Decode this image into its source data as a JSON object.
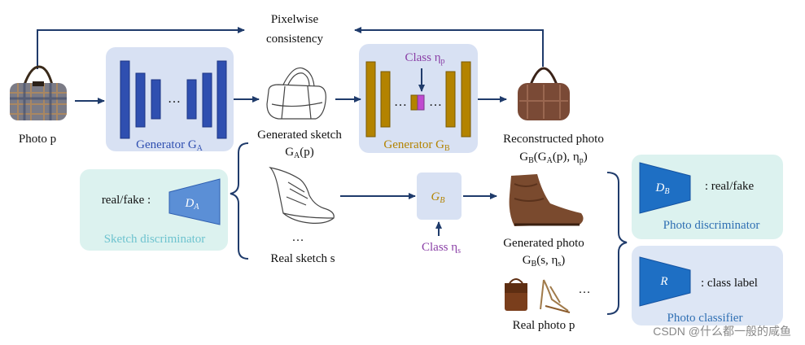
{
  "labels": {
    "pixelwise_line1": "Pixelwise",
    "pixelwise_line2": "consistency",
    "photo_p": "Photo p",
    "generator_a": "Generator G",
    "generator_a_sub": "A",
    "generated_sketch": "Generated sketch",
    "generated_sketch_formula": "G_A(p)",
    "class_eta_p": "Class η",
    "class_eta_p_sub": "p",
    "generator_b": "Generator G",
    "generator_b_sub": "B",
    "reconstructed_photo": "Reconstructed photo",
    "reconstructed_formula": "G_B(G_A(p), η_p)",
    "real_fake_a": "real/fake :",
    "d_a": "D",
    "d_a_sub": "A",
    "sketch_discriminator": "Sketch discriminator",
    "ellipsis": "…",
    "real_sketch": "Real sketch s",
    "g_b_small": "G",
    "g_b_small_sub": "B",
    "class_eta_s": "Class η",
    "class_eta_s_sub": "s",
    "generated_photo": "Generated photo",
    "generated_photo_formula": "G_B(s, η_s)",
    "real_photo": "Real photo p",
    "d_b": "D",
    "d_b_sub": "B",
    "real_fake_b": ": real/fake",
    "photo_discriminator": "Photo discriminator",
    "r": "R",
    "class_label": ": class label",
    "photo_classifier": "Photo classifier",
    "watermark": "CSDN @什么都一般的咸鱼"
  },
  "colors": {
    "dark_blue": "#1f3b6b",
    "block_blue": "#2f4fb0",
    "block_gold": "#b38300",
    "panel_blue": "#dbe3f3",
    "panel_teal": "#dff3f0",
    "panel_blue2": "#dde6f5",
    "accent_purple": "#8a3fa6",
    "accent_magenta": "#c04ad0"
  }
}
